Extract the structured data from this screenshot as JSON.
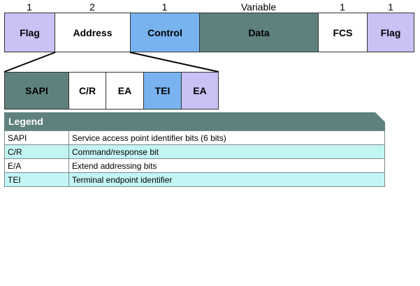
{
  "colors": {
    "flag": "#c8c2f5",
    "address": "#ffffff",
    "control": "#78b3f0",
    "data": "#5f817e",
    "fcs": "#ffffff",
    "legend_header": "#5f817e",
    "legend_row_alt": "#c4f5f5"
  },
  "frame": {
    "sizes": [
      "1",
      "2",
      "1",
      "Variable",
      "1",
      "1"
    ],
    "fields": [
      "Flag",
      "Address",
      "Control",
      "Data",
      "FCS",
      "Flag"
    ]
  },
  "address": {
    "fields": [
      "SAPI",
      "C/R",
      "EA",
      "TEI",
      "EA"
    ]
  },
  "legend": {
    "title": "Legend",
    "rows": [
      {
        "term": "SAPI",
        "desc": "Service access point identifier bits (6 bits)"
      },
      {
        "term": "C/R",
        "desc": "Command/response bit"
      },
      {
        "term": "E/A",
        "desc": "Extend addressing bits"
      },
      {
        "term": "TEI",
        "desc": "Terminal endpoint identifier"
      }
    ]
  }
}
